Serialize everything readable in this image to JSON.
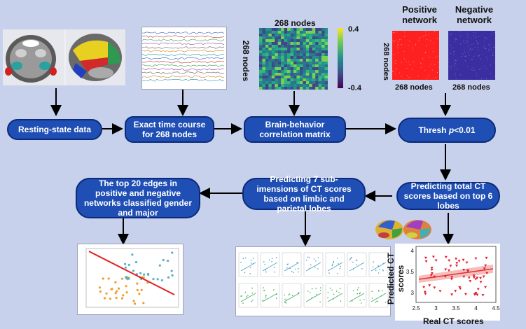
{
  "flow": {
    "resting": "Resting-state data",
    "timecourse": "Exact time course for 268 nodes",
    "correlation": "Brain-behavior correlation matrix",
    "thresh_prefix": "Thresh ",
    "thresh_var": "p",
    "thresh_suffix": "<0.01",
    "predict_total": "Predicting total CT scores based on top 6 lobes",
    "predict_sub": "Predicting 7 sub-imensions of CT scores  based on limbic and parietal lobes",
    "top_edges": "The top 20 edges in positive and negative networks classified gender and major"
  },
  "matrix": {
    "top_label": "268 nodes",
    "side_label": "268 nodes",
    "scale_max": "0.4",
    "scale_min": "-0.4"
  },
  "networks": {
    "positive_title": "Positive network",
    "negative_title": "Negative network",
    "positive_nodes": "268 nodes",
    "negative_nodes": "268 nodes",
    "side_label": "268 nodes"
  },
  "scatter": {
    "ylabel": "Predicted CT scores",
    "xlabel": "Real CT scores",
    "xticks": [
      "2.5",
      "3",
      "3.5",
      "4",
      "4.5"
    ],
    "yticks": [
      "4",
      "3.5",
      "3"
    ]
  },
  "colors": {
    "box_fill": "#1f4fb4",
    "background": "#c8d1ec",
    "positive": "#ff2020",
    "negative": "#3a2ea0"
  }
}
